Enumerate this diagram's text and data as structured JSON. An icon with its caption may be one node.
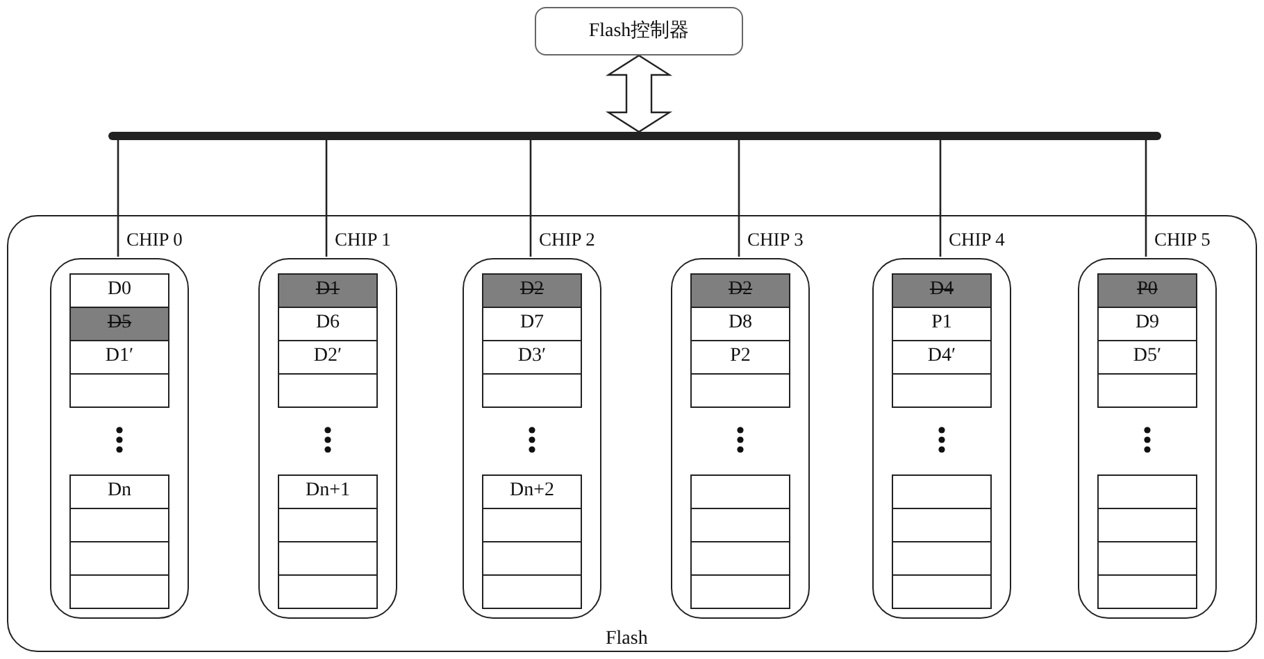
{
  "diagram": {
    "nodes": [
      {
        "text": [
          "Flash控制器"
        ]
      },
      {
        "text": [],
        "shape": "bar"
      },
      {
        "text": [
          "Flash"
        ]
      },
      {
        "text": [
          "CHIP 0"
        ],
        "in": 2
      },
      {
        "text": [
          "D0"
        ],
        "in": 3
      },
      {
        "text": [
          "D5"
        ],
        "in": 3
      },
      {
        "text": [
          "D1′"
        ],
        "in": 3
      },
      {
        "text": [],
        "shape": "box",
        "in": 3
      },
      {
        "text": [
          "Dn"
        ],
        "in": 3
      },
      {
        "text": [],
        "shape": "box",
        "in": 3
      },
      {
        "text": [],
        "shape": "box",
        "in": 3
      },
      {
        "text": [],
        "shape": "box",
        "in": 3
      },
      {
        "text": [
          "CHIP 1"
        ],
        "in": 2
      },
      {
        "text": [
          "D1"
        ],
        "in": 12
      },
      {
        "text": [
          "D6"
        ],
        "in": 12
      },
      {
        "text": [
          "D2′"
        ],
        "in": 12
      },
      {
        "text": [],
        "shape": "box",
        "in": 12
      },
      {
        "text": [
          "Dn+1"
        ],
        "in": 12
      },
      {
        "text": [],
        "shape": "box",
        "in": 12
      },
      {
        "text": [],
        "shape": "box",
        "in": 12
      },
      {
        "text": [],
        "shape": "box",
        "in": 12
      },
      {
        "text": [
          "CHIP 2"
        ],
        "in": 2
      },
      {
        "text": [
          "D2"
        ],
        "in": 21
      },
      {
        "text": [
          "D7"
        ],
        "in": 21
      },
      {
        "text": [
          "D3′"
        ],
        "in": 21
      },
      {
        "text": [],
        "shape": "box",
        "in": 21
      },
      {
        "text": [
          "Dn+2"
        ],
        "in": 21
      },
      {
        "text": [],
        "shape": "box",
        "in": 21
      },
      {
        "text": [],
        "shape": "box",
        "in": 21
      },
      {
        "text": [],
        "shape": "box",
        "in": 21
      },
      {
        "text": [
          "CHIP 3"
        ],
        "in": 2
      },
      {
        "text": [
          "D2"
        ],
        "in": 30
      },
      {
        "text": [
          "D8"
        ],
        "in": 30
      },
      {
        "text": [
          "P2"
        ],
        "in": 30
      },
      {
        "text": [],
        "shape": "box",
        "in": 30
      },
      {
        "text": [],
        "shape": "box",
        "in": 30
      },
      {
        "text": [],
        "shape": "box",
        "in": 30
      },
      {
        "text": [],
        "shape": "box",
        "in": 30
      },
      {
        "text": [],
        "shape": "box",
        "in": 30
      },
      {
        "text": [
          "CHIP 4"
        ],
        "in": 2
      },
      {
        "text": [
          "D4"
        ],
        "in": 39
      },
      {
        "text": [
          "P1"
        ],
        "in": 39
      },
      {
        "text": [
          "D4′"
        ],
        "in": 39
      },
      {
        "text": [],
        "shape": "box",
        "in": 39
      },
      {
        "text": [],
        "shape": "box",
        "in": 39
      },
      {
        "text": [],
        "shape": "box",
        "in": 39
      },
      {
        "text": [],
        "shape": "box",
        "in": 39
      },
      {
        "text": [],
        "shape": "box",
        "in": 39
      },
      {
        "text": [
          "CHIP 5"
        ],
        "in": 2
      },
      {
        "text": [
          "P0"
        ],
        "in": 48
      },
      {
        "text": [
          "D9"
        ],
        "in": 48
      },
      {
        "text": [
          "D5′"
        ],
        "in": 48
      },
      {
        "text": [],
        "shape": "box",
        "in": 48
      },
      {
        "text": [],
        "shape": "box",
        "in": 48
      },
      {
        "text": [],
        "shape": "box",
        "in": 48
      },
      {
        "text": [],
        "shape": "box",
        "in": 48
      },
      {
        "text": [],
        "shape": "box",
        "in": 48
      }
    ],
    "edges": [
      {
        "from": 0,
        "to": 1,
        "arrow": "both"
      },
      {
        "from": 1,
        "to": 3,
        "arrow": "none"
      },
      {
        "from": 1,
        "to": 12,
        "arrow": "none"
      },
      {
        "from": 1,
        "to": 21,
        "arrow": "none"
      },
      {
        "from": 1,
        "to": 30,
        "arrow": "none"
      },
      {
        "from": 1,
        "to": 39,
        "arrow": "none"
      },
      {
        "from": 1,
        "to": 48,
        "arrow": "none"
      }
    ]
  }
}
